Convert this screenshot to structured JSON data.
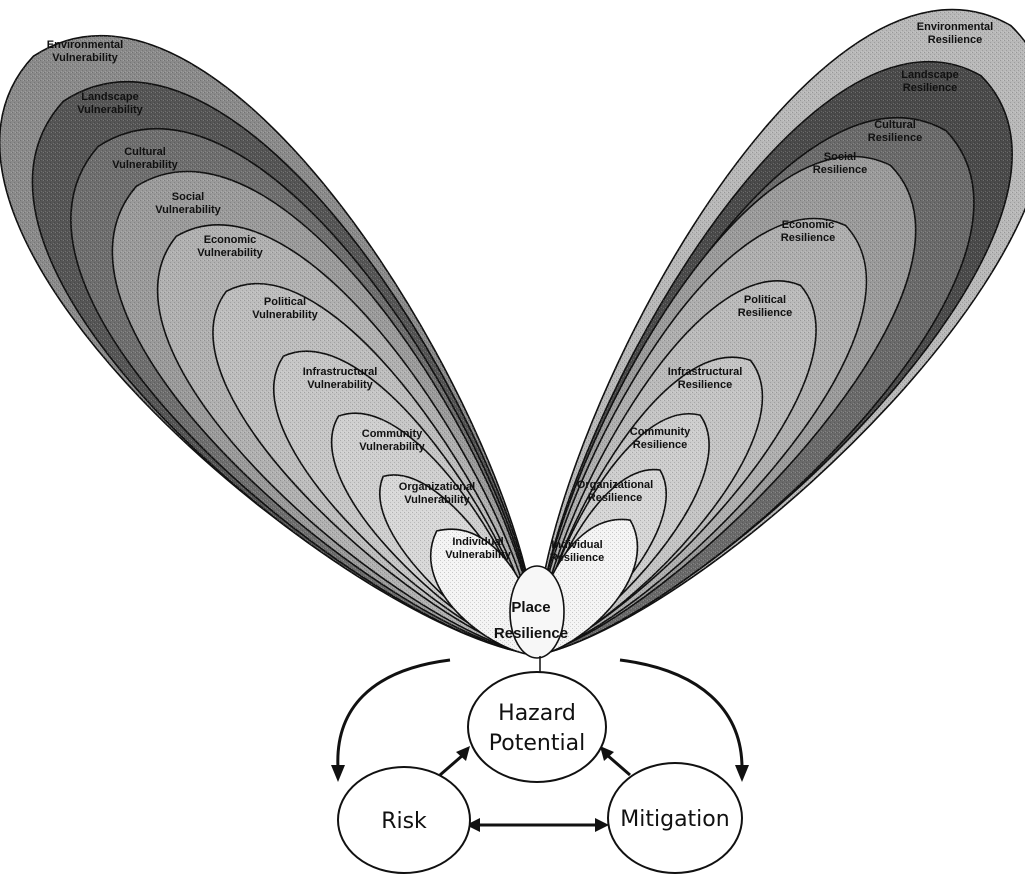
{
  "vulnerability_layers": [
    {
      "line1": "Environmental",
      "line2": "Vulnerability",
      "shade": "#8a8a8a"
    },
    {
      "line1": "Landscape",
      "line2": "Vulnerability",
      "shade": "#555555"
    },
    {
      "line1": "Cultural",
      "line2": "Vulnerability",
      "shade": "#6e6e6e"
    },
    {
      "line1": "Social",
      "line2": "Vulnerability",
      "shade": "#9a9a9a"
    },
    {
      "line1": "Economic",
      "line2": "Vulnerability",
      "shade": "#b0b0b0"
    },
    {
      "line1": "Political",
      "line2": "Vulnerability",
      "shade": "#bdbdbd"
    },
    {
      "line1": "Infrastructural",
      "line2": "Vulnerability",
      "shade": "#c6c6c6"
    },
    {
      "line1": "Community",
      "line2": "Vulnerability",
      "shade": "#cfcfcf"
    },
    {
      "line1": "Organizational",
      "line2": "Vulnerability",
      "shade": "#d8d8d8"
    },
    {
      "line1": "Individual",
      "line2": "Vulnerability",
      "shade": "#f4f4f4"
    }
  ],
  "resilience_layers": [
    {
      "line1": "Environmental",
      "line2": "Resilience",
      "shade": "#b8b8b8"
    },
    {
      "line1": "Landscape",
      "line2": "Resilience",
      "shade": "#4a4a4a"
    },
    {
      "line1": "Cultural",
      "line2": "Resilience",
      "shade": "#6a6a6a"
    },
    {
      "line1": "Social",
      "line2": "Resilience",
      "shade": "#9a9a9a"
    },
    {
      "line1": "Economic",
      "line2": "Resilience",
      "shade": "#aeaeae"
    },
    {
      "line1": "Political",
      "line2": "Resilience",
      "shade": "#bababa"
    },
    {
      "line1": "Infrastructural",
      "line2": "Resilience",
      "shade": "#c4c4c4"
    },
    {
      "line1": "Community",
      "line2": "Resilience",
      "shade": "#cdcdcd"
    },
    {
      "line1": "Organizational",
      "line2": "Resilience",
      "shade": "#d6d6d6"
    },
    {
      "line1": "Individual",
      "line2": "Resilience",
      "shade": "#f4f4f4"
    }
  ],
  "place": {
    "line1": "Place",
    "line2": "Resilience"
  },
  "nodes": {
    "hazard": {
      "line1": "Hazard",
      "line2": "Potential"
    },
    "risk": "Risk",
    "mitigation": "Mitigation"
  }
}
